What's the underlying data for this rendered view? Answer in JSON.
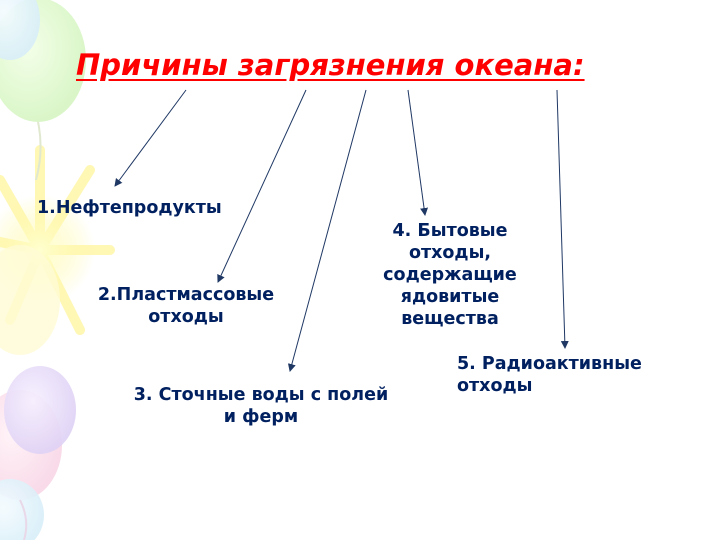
{
  "title": "Причины загрязнения океана:",
  "causes": [
    {
      "line1": "1.Нефтепродукты"
    },
    {
      "line1": "2.Пластмассовые",
      "line2": "отходы"
    },
    {
      "line1": "3. Сточные воды с полей",
      "line2": "и ферм"
    },
    {
      "line1": "4. Бытовые",
      "line2": "отходы,",
      "line3": "содержащие",
      "line4": "ядовитые",
      "line5": "вещества"
    },
    {
      "line1": "5. Радиоактивные",
      "line2": "отходы"
    }
  ],
  "colors": {
    "title": "#ff0000",
    "text": "#002060",
    "arrow": "#1f3864"
  }
}
